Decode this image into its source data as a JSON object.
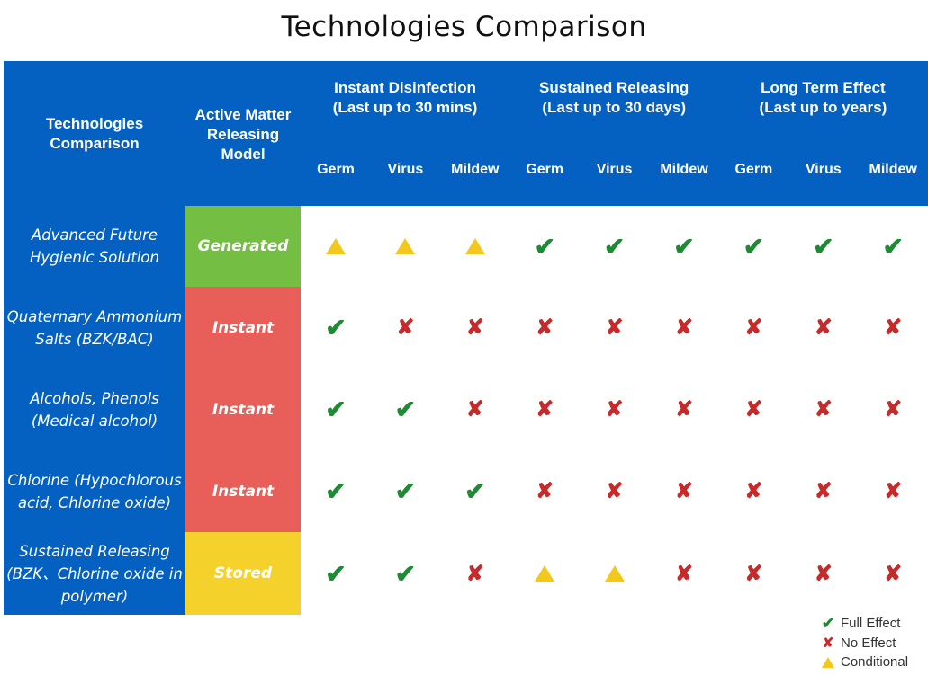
{
  "title": "Technologies Comparison",
  "header": {
    "tech_col": "Technologies Comparison",
    "model_col": "Active Matter Releasing Model",
    "groups": [
      {
        "name": "Instant Disinfection",
        "sub": "(Last up to 30 mins)"
      },
      {
        "name": "Sustained Releasing",
        "sub": "(Last up to 30 days)"
      },
      {
        "name": "Long Term Effect",
        "sub": "(Last up to years)"
      }
    ],
    "subcols": [
      "Germ",
      "Virus",
      "Mildew",
      "Germ",
      "Virus",
      "Mildew",
      "Germ",
      "Virus",
      "Mildew"
    ]
  },
  "colors": {
    "header_blue": "#0561c1",
    "generated": "#74bf43",
    "instant": "#e85f5a",
    "stored": "#f5d22b",
    "full": "#1e8a34",
    "none": "#c62a2a",
    "conditional": "#f2c81f"
  },
  "rows": [
    {
      "name": "Advanced Future Hygienic Solution",
      "model": "Generated",
      "model_color": "#74bf43",
      "values": [
        "conditional",
        "conditional",
        "conditional",
        "full",
        "full",
        "full",
        "full",
        "full",
        "full"
      ]
    },
    {
      "name": "Quaternary Ammonium Salts (BZK/BAC)",
      "model": "Instant",
      "model_color": "#e85f5a",
      "values": [
        "full",
        "none",
        "none",
        "none",
        "none",
        "none",
        "none",
        "none",
        "none"
      ]
    },
    {
      "name": "Alcohols, Phenols (Medical alcohol)",
      "model": "Instant",
      "model_color": "#e85f5a",
      "values": [
        "full",
        "full",
        "none",
        "none",
        "none",
        "none",
        "none",
        "none",
        "none"
      ]
    },
    {
      "name": "Chlorine (Hypochlorous acid, Chlorine oxide)",
      "model": "Instant",
      "model_color": "#e85f5a",
      "values": [
        "full",
        "full",
        "full",
        "none",
        "none",
        "none",
        "none",
        "none",
        "none"
      ]
    },
    {
      "name": "Sustained Releasing (BZK、Chlorine oxide in polymer)",
      "model": "Stored",
      "model_color": "#f5d22b",
      "values": [
        "full",
        "full",
        "none",
        "conditional",
        "conditional",
        "none",
        "none",
        "none",
        "none"
      ]
    }
  ],
  "legend": [
    {
      "icon": "full",
      "label": "Full Effect"
    },
    {
      "icon": "none",
      "label": "No Effect"
    },
    {
      "icon": "conditional",
      "label": "Conditional"
    }
  ]
}
